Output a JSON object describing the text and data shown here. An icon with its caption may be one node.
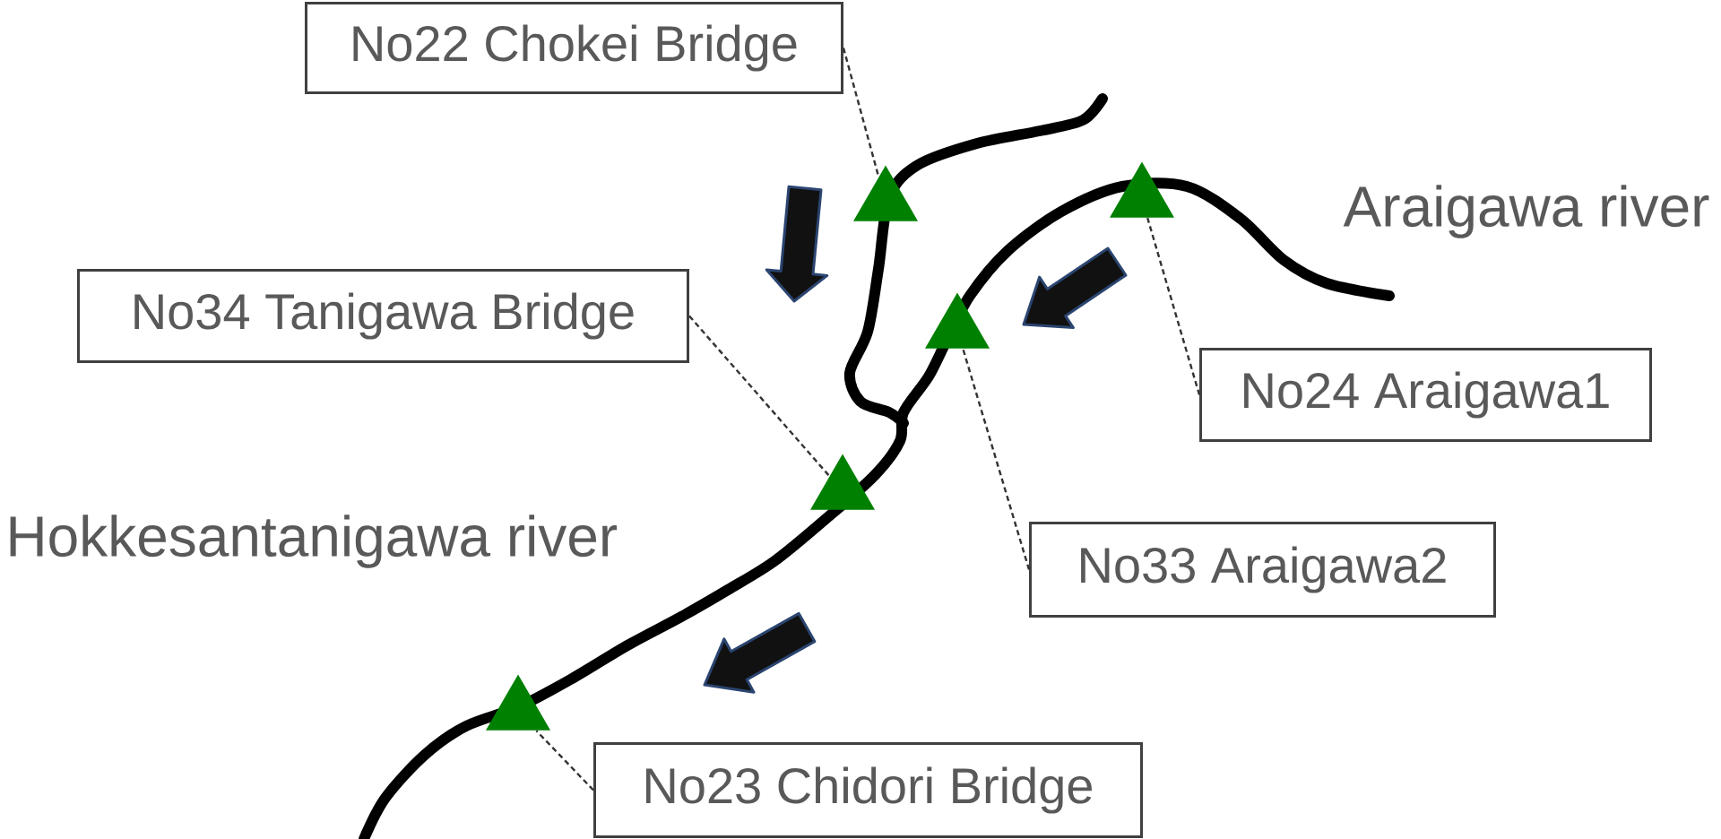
{
  "diagram": {
    "nodes": [
      {
        "text": [
          "No22 Chokei Bridge"
        ]
      },
      {
        "text": [
          "No34 Tanigawa Bridge"
        ]
      },
      {
        "text": [
          "No24 Araigawa1"
        ]
      },
      {
        "text": [
          "No33 Araigawa2"
        ]
      },
      {
        "text": [
          "No23 Chidori Bridge"
        ]
      },
      {
        "text": [],
        "shape": "triangle"
      },
      {
        "text": [],
        "shape": "triangle"
      },
      {
        "text": [],
        "shape": "triangle"
      },
      {
        "text": [],
        "shape": "triangle"
      },
      {
        "text": [],
        "shape": "triangle"
      }
    ],
    "edges": [
      {
        "from": 0,
        "to": 7,
        "arrow": "none",
        "style": "dashed"
      },
      {
        "from": 1,
        "to": 6,
        "arrow": "none",
        "style": "dashed"
      },
      {
        "from": 2,
        "to": 9,
        "arrow": "none",
        "style": "dashed"
      },
      {
        "from": 3,
        "to": 8,
        "arrow": "none",
        "style": "dashed"
      },
      {
        "from": 4,
        "to": 5,
        "arrow": "none",
        "style": "dashed"
      }
    ],
    "labels": [
      "Araigawa river",
      "Hokkesantanigawa river"
    ]
  }
}
